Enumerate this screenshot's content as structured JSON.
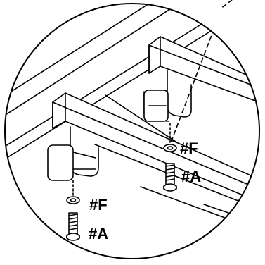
{
  "labels": {
    "washer_upper": "#F",
    "screw_upper": "#A",
    "washer_lower": "#F",
    "screw_lower": "#A"
  },
  "colors": {
    "ink": "#000000",
    "paper": "#ffffff",
    "shade": "#d9d9d9"
  }
}
